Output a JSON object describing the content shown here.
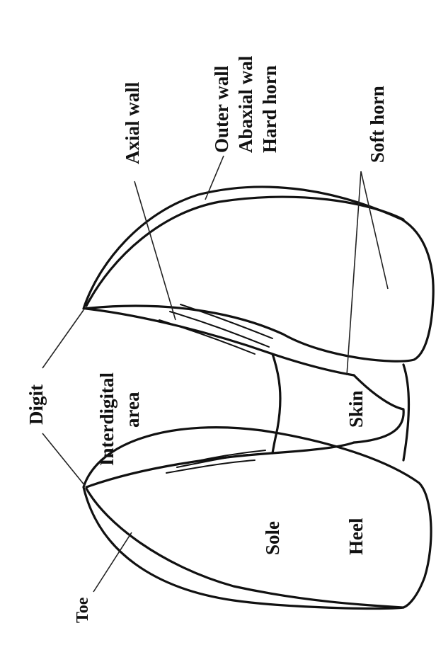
{
  "diagram": {
    "labels": {
      "toe": "Toe",
      "sole": "Sole",
      "heel": "Heel",
      "digit": "Digit",
      "interdigital_line1": "Interdigital",
      "interdigital_line2": "area",
      "skin": "Skin",
      "axial_wall": "Axial wall",
      "outer_wall": "Outer wall",
      "abaxial_wall": "Abaxial wal",
      "hard_horn": "Hard horn",
      "soft_horn": "Soft horn"
    }
  }
}
